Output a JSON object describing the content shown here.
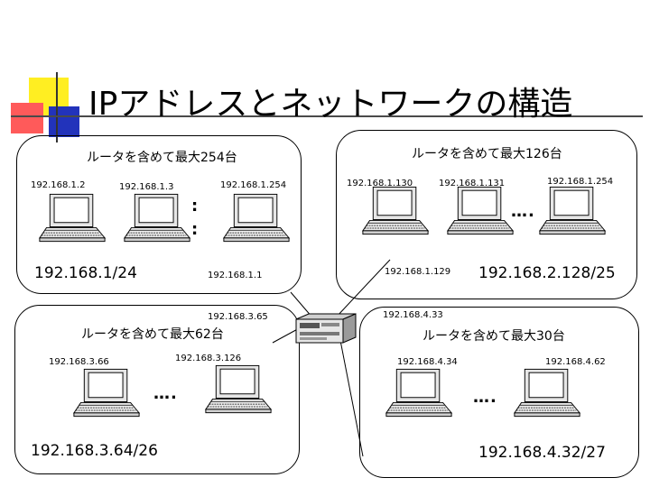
{
  "slide": {
    "title": "IPアドレスとネットワークの構造"
  },
  "networks": {
    "net1": {
      "header": "ルータを含めて最大254台",
      "hosts": [
        "192.168.1.2",
        "192.168.1.3",
        "192.168.1.254"
      ],
      "router_ip": "192.168.1.1",
      "address": "192.168.1/24",
      "dots": ":"
    },
    "net2": {
      "header": "ルータを含めて最大126台",
      "hosts": [
        "192.168.1.130",
        "192.168.1.131",
        "192.168.1.254"
      ],
      "router_ip": "192.168.1.129",
      "address": "192.168.2.128/25",
      "dots": "…."
    },
    "net3": {
      "header": "ルータを含めて最大62台",
      "hosts": [
        "192.168.3.66",
        "192.168.3.126"
      ],
      "router_ip": "192.168.3.65",
      "address": "192.168.3.64/26",
      "dots": "…."
    },
    "net4": {
      "header": "ルータを含めて最大30台",
      "hosts": [
        "192.168.4.34",
        "192.168.4.62"
      ],
      "router_ip": "192.168.4.33",
      "address": "192.168.4.32/27",
      "dots": "…."
    }
  },
  "colors": {
    "deco_yellow": "#ffee22",
    "deco_red": "#ff5555",
    "deco_blue": "#2233bb",
    "rule": "#4a4a4a",
    "screen": "#ffffff",
    "body": "#e6e6e6"
  },
  "icons": {
    "computer": "laptop-icon",
    "router": "router-icon"
  }
}
